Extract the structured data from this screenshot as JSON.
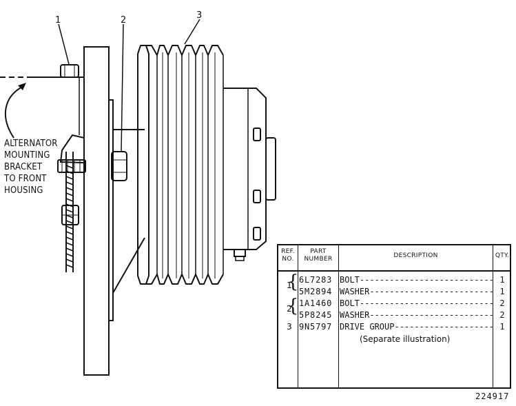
{
  "callouts": [
    "1",
    "2",
    "3"
  ],
  "bracket_label": [
    "ALTERNATOR",
    "MOUNTING",
    "BRACKET",
    "TO FRONT",
    "HOUSING"
  ],
  "table": {
    "headers": {
      "ref": [
        "REF.",
        "NO."
      ],
      "part": [
        "PART",
        "NUMBER"
      ],
      "description": "DESCRIPTION",
      "qty": "QTY."
    },
    "rows": [
      {
        "ref": "1",
        "part": "6L7283",
        "description": "BOLT",
        "qty": "1"
      },
      {
        "ref": "",
        "part": "5M2894",
        "description": "WASHER",
        "qty": "1"
      },
      {
        "ref": "2",
        "part": "1A1460",
        "description": "BOLT",
        "qty": "2"
      },
      {
        "ref": "",
        "part": "5P8245",
        "description": "WASHER",
        "qty": "2"
      },
      {
        "ref": "3",
        "part": "9N5797",
        "description": "DRIVE GROUP",
        "qty": "1"
      }
    ],
    "note": "(Separate illustration)"
  },
  "figure_number": "224917"
}
